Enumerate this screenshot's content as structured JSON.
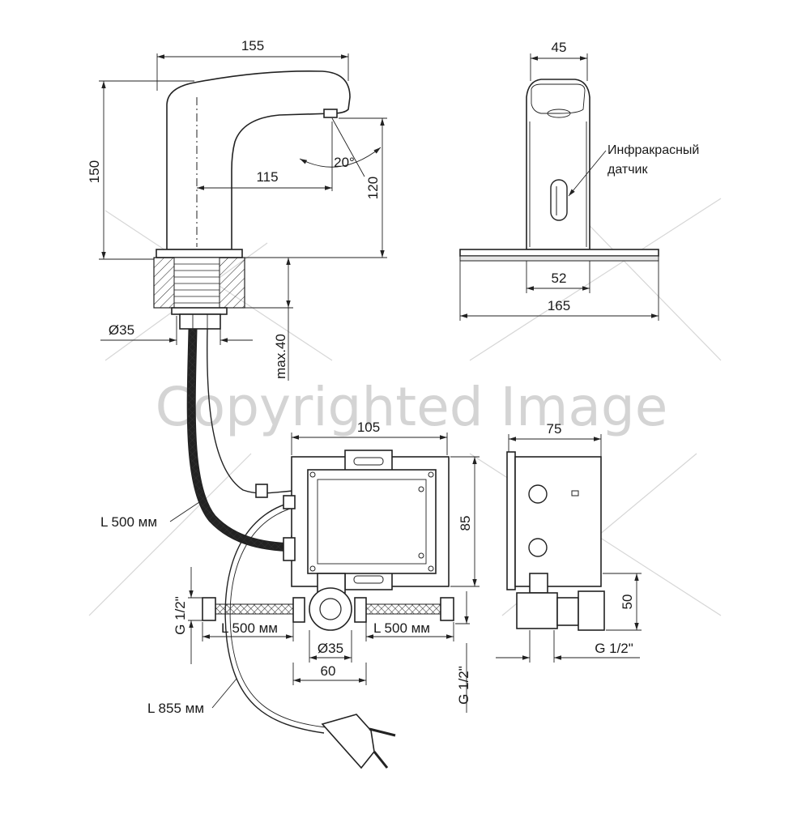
{
  "watermark": "Copyrighted Image",
  "front_view": {
    "width": "155",
    "height": "150",
    "spout_reach": "115",
    "spout_height": "120",
    "angle": "20°",
    "mount_diameter": "Ø35",
    "max_depth": "max.40"
  },
  "side_view": {
    "width_top": "45",
    "sensor_label_line1": "Инфракрасный",
    "sensor_label_line2": "датчик",
    "body_width": "52",
    "base_width": "165"
  },
  "control_box": {
    "width": "105",
    "height": "85",
    "side_depth": "75",
    "side_height": "50",
    "side_thread": "G 1/2\"",
    "thread_bottom": "G 1/2\""
  },
  "hoses": {
    "faucet_hose": "L 500 мм",
    "left_hose": "L 500 мм",
    "right_hose": "L 500 мм",
    "inlet_thread": "G 1/2\"",
    "valve_diameter": "Ø35",
    "valve_spacing": "60",
    "power_cable": "L 855 мм"
  }
}
